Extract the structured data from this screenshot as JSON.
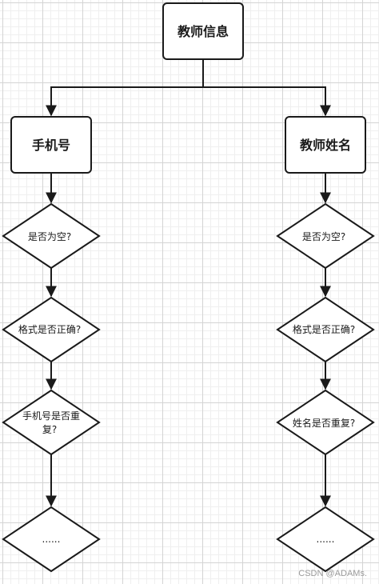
{
  "root": {
    "label": "教师信息"
  },
  "left_branch": {
    "label": "手机号",
    "checks": [
      {
        "line1": "是否为空?",
        "line2": ""
      },
      {
        "line1": "格式是否正确?",
        "line2": ""
      },
      {
        "line1": "手机号是否重",
        "line2": "复?"
      },
      {
        "line1": "......",
        "line2": ""
      }
    ]
  },
  "right_branch": {
    "label": "教师姓名",
    "checks": [
      {
        "line1": "是否为空?",
        "line2": ""
      },
      {
        "line1": "格式是否正确?",
        "line2": ""
      },
      {
        "line1": "姓名是否重复?",
        "line2": ""
      },
      {
        "line1": "......",
        "line2": ""
      }
    ]
  },
  "watermark": "CSDN @ADAMs.",
  "colors": {
    "stroke": "#1a1a1a",
    "box_fill": "#ffffff",
    "text": "#1a1a1a"
  }
}
